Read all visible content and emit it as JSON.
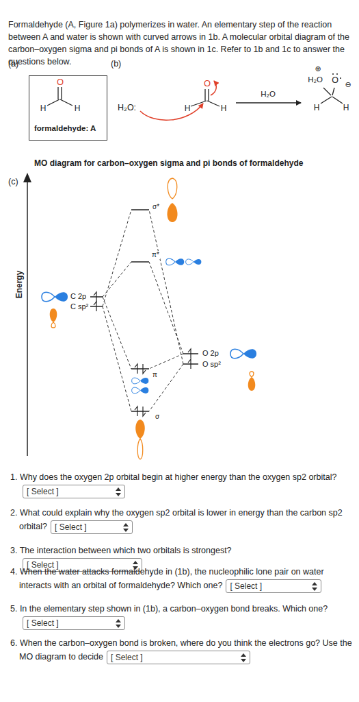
{
  "diagram": {
    "nodes": [
      {
        "text": [
          "O",
          "H",
          "H",
          "formaldehyde: A"
        ]
      },
      {
        "text": [
          "[ Select ]"
        ]
      },
      {
        "text": [
          "[ Select ]"
        ]
      },
      {
        "text": [
          "[ Select ]"
        ]
      },
      {
        "text": [
          "[ Select ]"
        ]
      },
      {
        "text": [
          "[ Select ]"
        ]
      },
      {
        "text": [
          "[ Select ]"
        ]
      }
    ],
    "labels": [
      "Formaldehyde (A, Figure 1a) polymerizes in water. An elementary step of the reaction between A and water is shown with curved arrows in 1b. A molecular orbital diagram of the carbon–oxygen sigma and pi bonds of A is shown in 1c. Refer to 1b and 1c to answer the questions below.",
      "(a)",
      "(b)",
      "H₂O:",
      "O",
      "H",
      "H",
      "H₂O",
      "⊕",
      "H₂O",
      "O",
      "⊖",
      "H",
      "H",
      "MO diagram for carbon–oxygen sigma and pi bonds of formaldehyde",
      "(c)",
      "Energy",
      "σ*",
      "π*",
      "C 2p",
      "C sp²",
      "O 2p",
      "O sp²",
      "π",
      "σ",
      "1. Why does the oxygen 2p orbital begin at higher energy than the oxygen sp2 orbital?",
      "2. What could explain why the oxygen sp2 orbital is lower in energy than the carbon sp2 orbital?",
      "3. The interaction between which two orbitals is strongest?",
      "4. When the water attacks formaldehyde in (1b), the nucleophilic lone pair on water interacts with an orbital of formaldehyde? Which one?",
      "5. In the elementary step shown in (1b), a carbon–oxygen bond breaks. Which one?",
      "6. When the carbon–oxygen bond is broken, where do you think the electrons go? Use the MO diagram to decide"
    ]
  }
}
